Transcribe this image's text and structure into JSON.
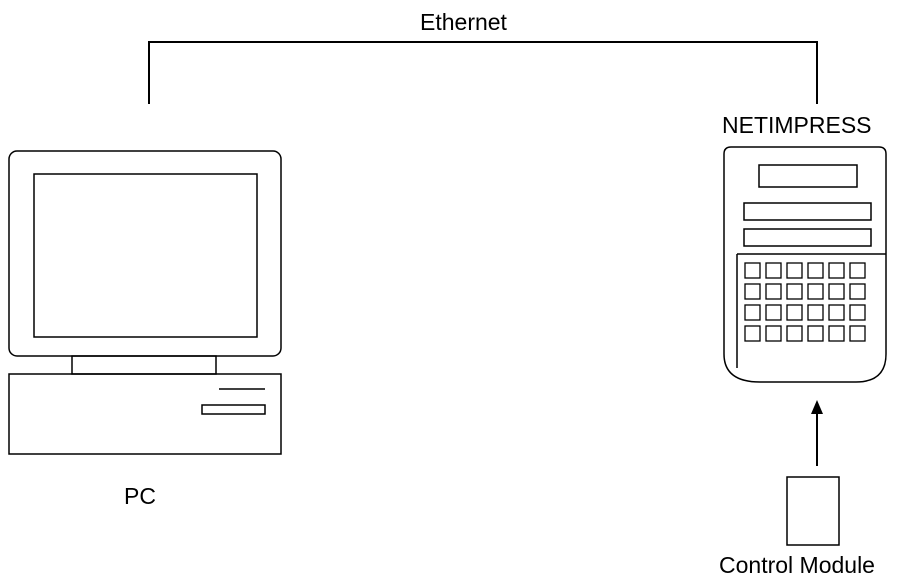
{
  "labels": {
    "ethernet": "Ethernet",
    "netimpress": "NETIMPRESS",
    "pc": "PC",
    "control_module": "Control Module"
  },
  "colors": {
    "stroke": "#000000",
    "background": "#ffffff"
  },
  "device": {
    "key_rows": 4,
    "key_cols": 6
  }
}
